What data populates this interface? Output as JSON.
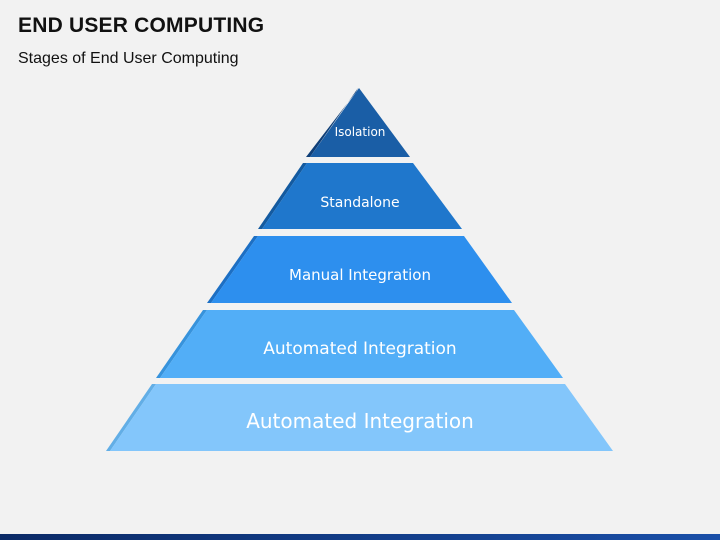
{
  "slide": {
    "title": "END USER COMPUTING",
    "subtitle": "Stages of End User Computing"
  },
  "pyramid": {
    "levels": [
      {
        "label": "Isolation",
        "color": "#1a5ea6",
        "shade": "#0f3f78"
      },
      {
        "label": "Standalone",
        "color": "#1f77cc",
        "shade": "#135aa0"
      },
      {
        "label": "Manual Integration",
        "color": "#2d8fee",
        "shade": "#1c6fc4"
      },
      {
        "label": "Automated Integration",
        "color": "#52aef7",
        "shade": "#3793dc"
      },
      {
        "label": "Automated Integration",
        "color": "#83c6fb",
        "shade": "#62aee6"
      }
    ]
  },
  "footer": {
    "bar_color": "#0b2a66"
  }
}
